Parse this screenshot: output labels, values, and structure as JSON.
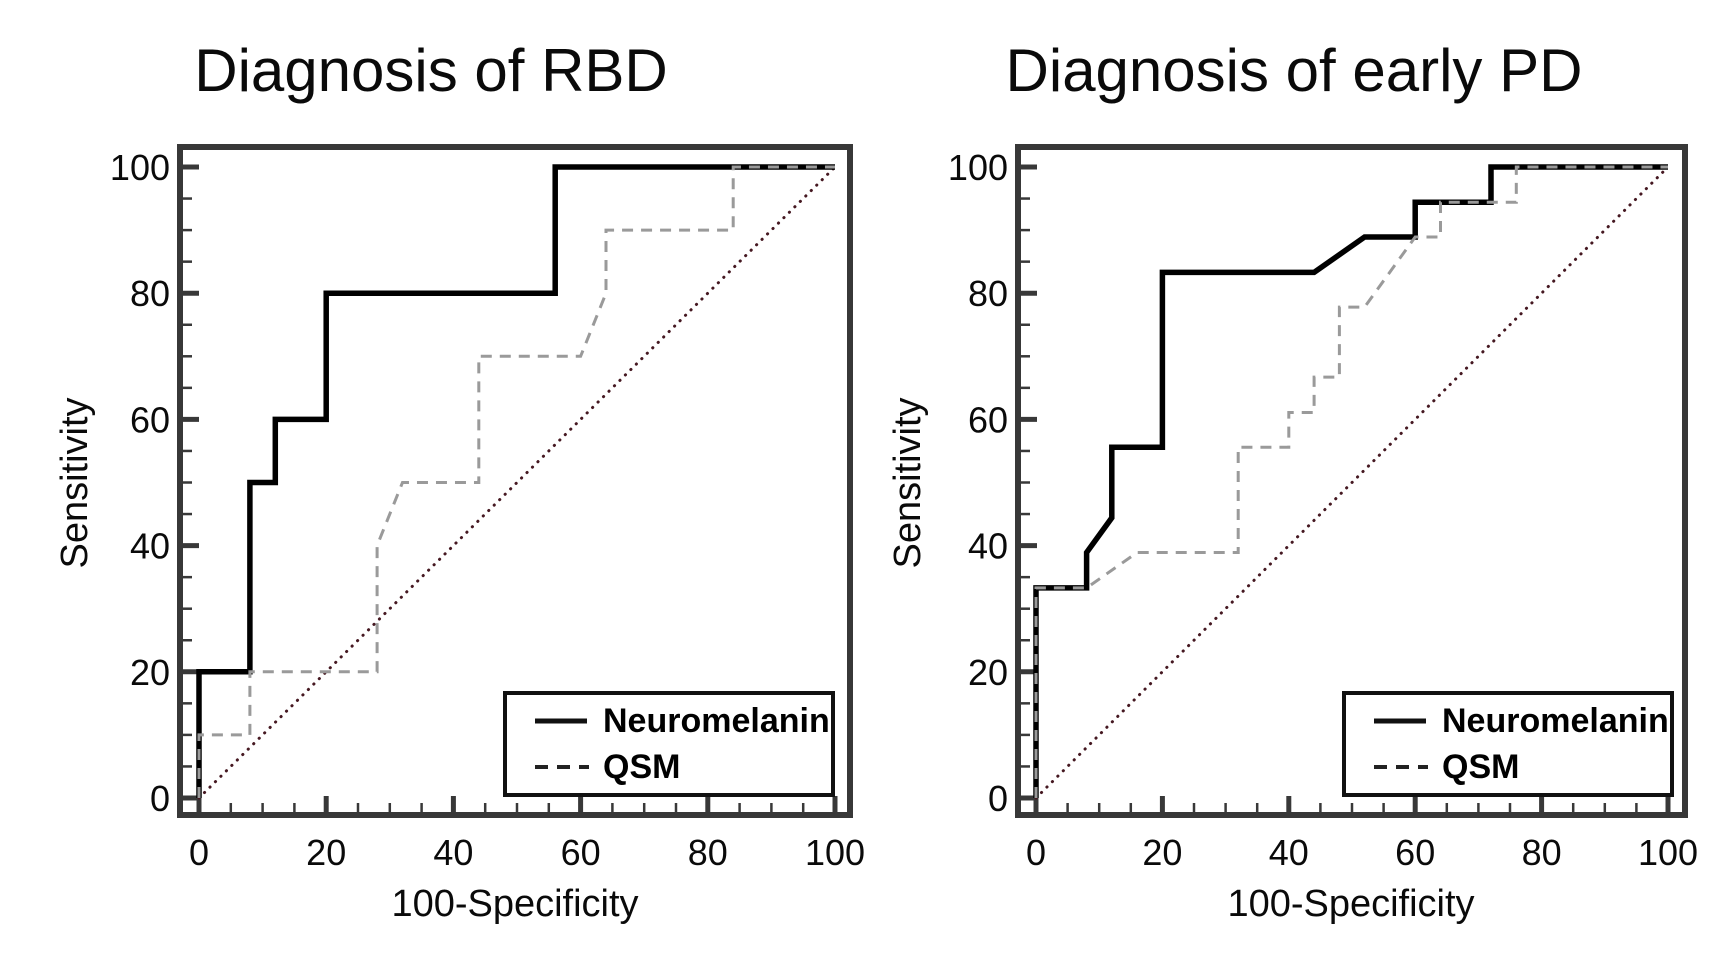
{
  "figure": {
    "background": "#ffffff",
    "frame_color": "#383838",
    "tick_label_color": "#0a0a0a"
  },
  "chart_data": [
    {
      "type": "line",
      "title": "Diagnosis of RBD",
      "xlabel": "100-Specificity",
      "ylabel": "Sensitivity",
      "xlim": [
        0,
        100
      ],
      "ylim": [
        0,
        100
      ],
      "grid": false,
      "axes": {
        "x_ticks": [
          "0",
          "20",
          "40",
          "60",
          "80",
          "100"
        ],
        "y_ticks": [
          "0",
          "20",
          "40",
          "60",
          "80",
          "100"
        ],
        "major_step": 20,
        "minor_step": 5
      },
      "legend": {
        "position": "bottom-right",
        "entries": [
          {
            "label": "Neuromelanin",
            "style": "solid",
            "color": "#111111"
          },
          {
            "label": "QSM",
            "style": "dashed",
            "color": "#222222"
          }
        ]
      },
      "series": [
        {
          "name": "reference-diagonal",
          "style": "dotted",
          "color": "#451821",
          "points": [
            [
              0,
              0
            ],
            [
              100,
              100
            ]
          ]
        },
        {
          "name": "Neuromelanin",
          "style": "solid",
          "color": "#000000",
          "points": [
            [
              0,
              0
            ],
            [
              0,
              20
            ],
            [
              8,
              20
            ],
            [
              8,
              50
            ],
            [
              12,
              50
            ],
            [
              12,
              60
            ],
            [
              20,
              60
            ],
            [
              20,
              80
            ],
            [
              56,
              80
            ],
            [
              56,
              100
            ],
            [
              100,
              100
            ]
          ]
        },
        {
          "name": "QSM",
          "style": "dashed",
          "color": "#9a9a9a",
          "points": [
            [
              0,
              0
            ],
            [
              0,
              10
            ],
            [
              8,
              10
            ],
            [
              8,
              20
            ],
            [
              28,
              20
            ],
            [
              28,
              40
            ],
            [
              32,
              50
            ],
            [
              44,
              50
            ],
            [
              44,
              70
            ],
            [
              60,
              70
            ],
            [
              64,
              80
            ],
            [
              64,
              90
            ],
            [
              84,
              90
            ],
            [
              84,
              100
            ],
            [
              100,
              100
            ]
          ]
        }
      ]
    },
    {
      "type": "line",
      "title": "Diagnosis of early PD",
      "xlabel": "100-Specificity",
      "ylabel": "Sensitivity",
      "xlim": [
        0,
        100
      ],
      "ylim": [
        0,
        100
      ],
      "grid": false,
      "axes": {
        "x_ticks": [
          "0",
          "20",
          "40",
          "60",
          "80",
          "100"
        ],
        "y_ticks": [
          "0",
          "20",
          "40",
          "60",
          "80",
          "100"
        ],
        "major_step": 20,
        "minor_step": 5
      },
      "legend": {
        "position": "bottom-right",
        "entries": [
          {
            "label": "Neuromelanin",
            "style": "solid",
            "color": "#111111"
          },
          {
            "label": "QSM",
            "style": "dashed",
            "color": "#222222"
          }
        ]
      },
      "series": [
        {
          "name": "reference-diagonal",
          "style": "dotted",
          "color": "#451821",
          "points": [
            [
              0,
              0
            ],
            [
              100,
              100
            ]
          ]
        },
        {
          "name": "Neuromelanin",
          "style": "solid",
          "color": "#000000",
          "points": [
            [
              0,
              0
            ],
            [
              0,
              33.3
            ],
            [
              8,
              33.3
            ],
            [
              8,
              38.9
            ],
            [
              12,
              44.4
            ],
            [
              12,
              55.6
            ],
            [
              20,
              55.6
            ],
            [
              20,
              83.3
            ],
            [
              44,
              83.3
            ],
            [
              52,
              88.9
            ],
            [
              60,
              88.9
            ],
            [
              60,
              94.4
            ],
            [
              72,
              94.4
            ],
            [
              72,
              100
            ],
            [
              100,
              100
            ]
          ]
        },
        {
          "name": "QSM",
          "style": "dashed",
          "color": "#9a9a9a",
          "points": [
            [
              0,
              0
            ],
            [
              0,
              33.3
            ],
            [
              8,
              33.3
            ],
            [
              16,
              38.9
            ],
            [
              32,
              38.9
            ],
            [
              32,
              55.6
            ],
            [
              40,
              55.6
            ],
            [
              40,
              61.1
            ],
            [
              44,
              61.1
            ],
            [
              44,
              66.7
            ],
            [
              48,
              66.7
            ],
            [
              48,
              77.8
            ],
            [
              52,
              77.8
            ],
            [
              60,
              88.9
            ],
            [
              64,
              88.9
            ],
            [
              64,
              94.4
            ],
            [
              76,
              94.4
            ],
            [
              76,
              100
            ],
            [
              100,
              100
            ]
          ]
        }
      ]
    }
  ]
}
